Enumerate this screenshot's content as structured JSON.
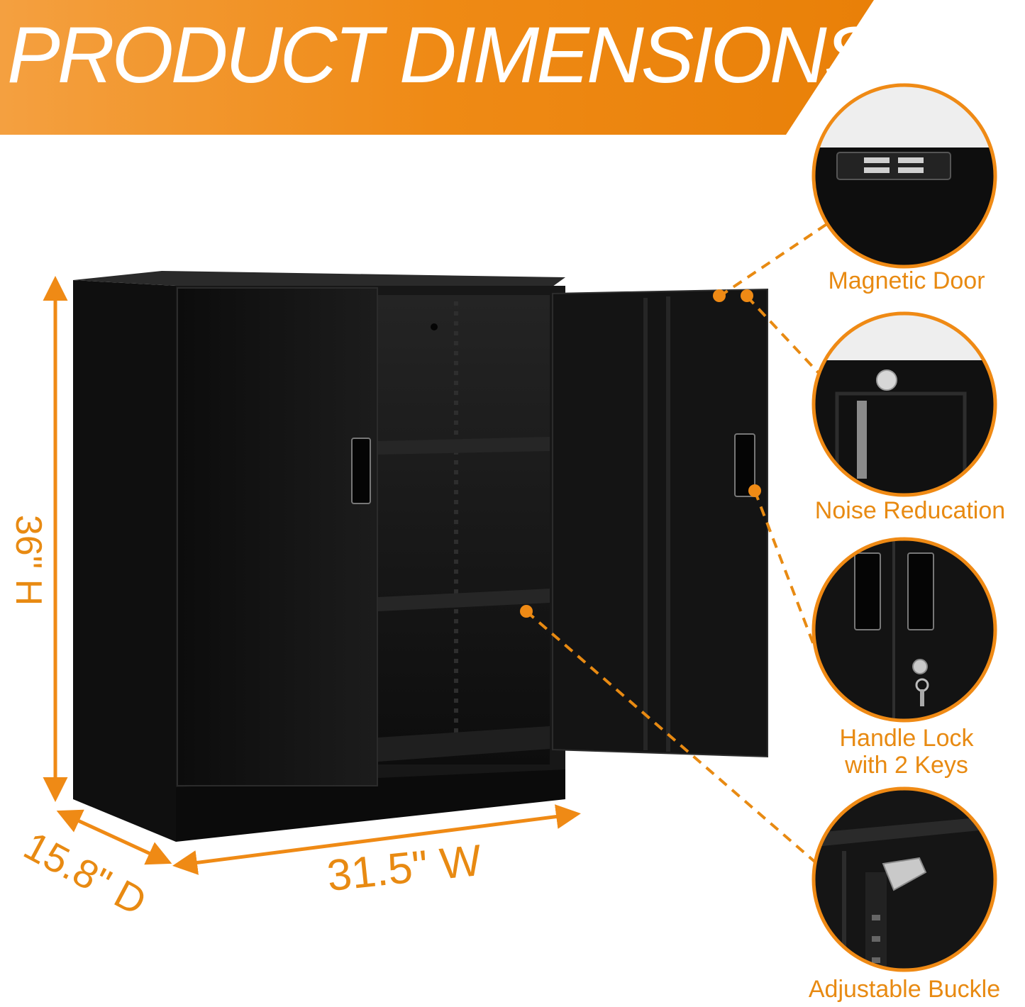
{
  "banner": {
    "title": "PRODUCT DIMENSIONS",
    "color": "#ef8a15"
  },
  "dimensions": {
    "height": "36\" H",
    "depth": "15.8\" D",
    "width": "31.5\" W",
    "color": "#e88a12"
  },
  "features": [
    {
      "label": "Magnetic Door",
      "icon": "magnetic-catch-icon"
    },
    {
      "label": "Noise Reducation",
      "icon": "bumper-icon"
    },
    {
      "label": "Handle Lock",
      "label2": "with 2 Keys",
      "icon": "lock-icon"
    },
    {
      "label": "Adjustable Buckle",
      "icon": "shelf-clip-icon"
    }
  ],
  "colors": {
    "cabinet": "#141414",
    "accent": "#e88a12"
  }
}
